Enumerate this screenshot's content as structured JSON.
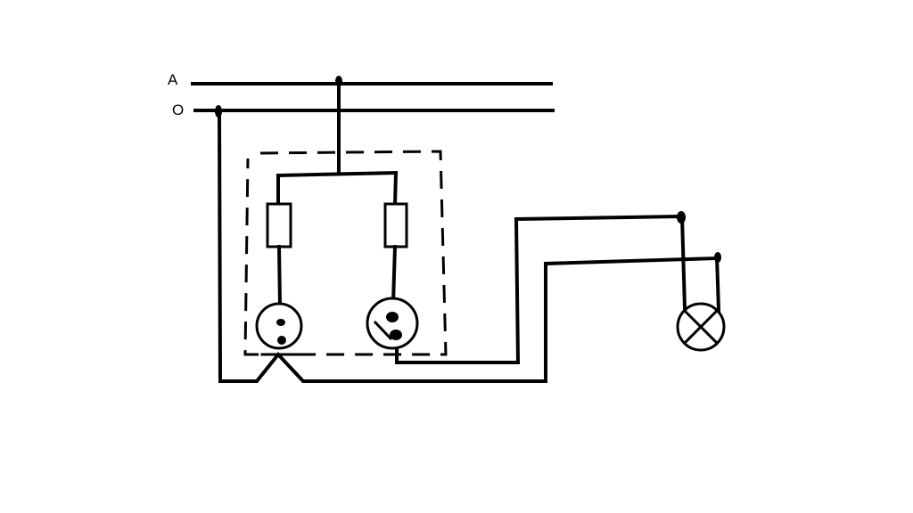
{
  "diagram": {
    "labels": {
      "phase_line": "A",
      "neutral_line": "O"
    },
    "components": {
      "fuses": 2,
      "sockets": 2,
      "lamps": 1
    },
    "colors": {
      "background": "#ffffff",
      "ink": "#000000"
    }
  }
}
